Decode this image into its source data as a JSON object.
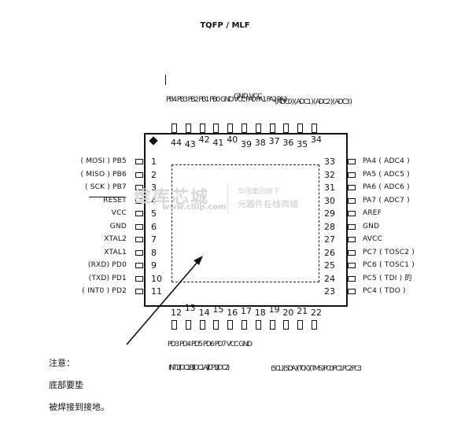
{
  "title": "TQFP / MLF",
  "left_pins": [
    {
      "num": "1",
      "label": "( MOSI )  PB5"
    },
    {
      "num": "2",
      "label": "( MISO )  PB6"
    },
    {
      "num": "3",
      "label": "( SCK )  PB7"
    },
    {
      "num": "4",
      "label": "RESET"
    },
    {
      "num": "5",
      "label": "VCC"
    },
    {
      "num": "6",
      "label": "GND"
    },
    {
      "num": "7",
      "label": "XTAL2"
    },
    {
      "num": "8",
      "label": "XTAL1"
    },
    {
      "num": "9",
      "label": "(RXD)  PD0"
    },
    {
      "num": "10",
      "label": "(TXD)  PD1"
    },
    {
      "num": "11",
      "label": "( INT0 )  PD2"
    }
  ],
  "right_pins": [
    {
      "num": "33",
      "label": "PA4  ( ADC4 )"
    },
    {
      "num": "32",
      "label": "PA5  ( ADC5 )"
    },
    {
      "num": "31",
      "label": "PA6  ( ADC6 )"
    },
    {
      "num": "30",
      "label": "PA7  ( ADC7 )"
    },
    {
      "num": "29",
      "label": "AREF"
    },
    {
      "num": "28",
      "label": "GND"
    },
    {
      "num": "27",
      "label": "AVCC"
    },
    {
      "num": "26",
      "label": "PC7  ( TOSC2 )"
    },
    {
      "num": "25",
      "label": "PC6  ( TOSC1 )"
    },
    {
      "num": "24",
      "label": "PC5  ( TDI ) 的"
    },
    {
      "num": "23",
      "label": "PC4  ( TDO )"
    }
  ],
  "top_pin_numbers": [
    "44",
    "43",
    "42",
    "41",
    "40",
    "39",
    "38",
    "37",
    "36",
    "35",
    "34"
  ],
  "bottom_pin_numbers": [
    "12",
    "13",
    "14",
    "15",
    "16",
    "17",
    "18",
    "19",
    "20",
    "21",
    "22"
  ],
  "top_labels": {
    "row1": "PB4 PB3 PB2 PB1 PB0 GND VCC PA0 PA1 PA2 PA3",
    "row2": "GND VCC",
    "row3": "( ADC0 ) ( ADC1 ) ( ADC2 ) ( ADC3 )"
  },
  "bottom_labels": {
    "row1": "PD3 PD4 PD5 PD6 PD7 VCC GND",
    "row2": "(INT1)(OC1B)(OC1A)(ICP1)(OC2)",
    "row3": "( SCL ) ( SDA ) ( TCK ) ( TMS ) PC0 PC1 PC2 PC3"
  },
  "note": {
    "heading": "注意：",
    "line1": "底部要垫",
    "line2": "被焊接到接地。"
  },
  "watermark": {
    "logo": "维库芯城",
    "url": "www.chip.com",
    "line1": "华强集团旗下",
    "line2": "元器件在线商城"
  }
}
